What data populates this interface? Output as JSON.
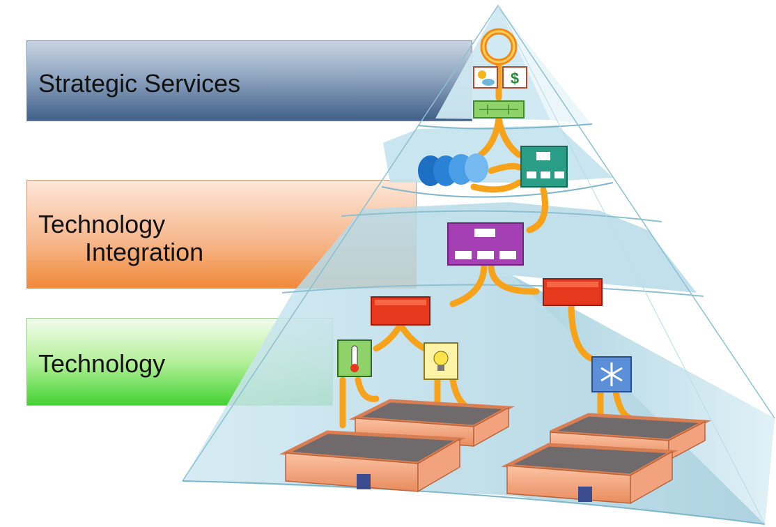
{
  "layers": {
    "strategic": {
      "label": "Strategic Services",
      "color_from": "#b9c6d6",
      "color_to": "#2f4f7a"
    },
    "integration": {
      "label_line1": "Technology",
      "label_line2": "Integration",
      "color_from": "#f9dccb",
      "color_to": "#f08a3a"
    },
    "technology": {
      "label": "Technology",
      "color_from": "#e6f7dc",
      "color_to": "#39d02a"
    }
  },
  "icons": {
    "top": [
      "refresh-cycle-icon",
      "weather-icon",
      "dollar-icon",
      "circuit-board-icon"
    ],
    "upper_tier": [
      "people-group-icon",
      "org-chart-icon"
    ],
    "middle_tier": [
      "org-chart-icon",
      "controller-icon",
      "controller-icon"
    ],
    "lower_tier": [
      "thermometer-icon",
      "lightbulb-icon",
      "snowflake-icon"
    ],
    "base": [
      "building-icon",
      "building-icon",
      "building-icon",
      "building-icon"
    ]
  },
  "colors": {
    "pyramid": "#a9d3e3",
    "arrow": "#f6a21a",
    "purple": "#a43fb4",
    "red": "#e5381d",
    "teal": "#2a9d86",
    "green_board": "#8fd26a",
    "building": "#f6a983",
    "roof": "#6f6a6c"
  }
}
